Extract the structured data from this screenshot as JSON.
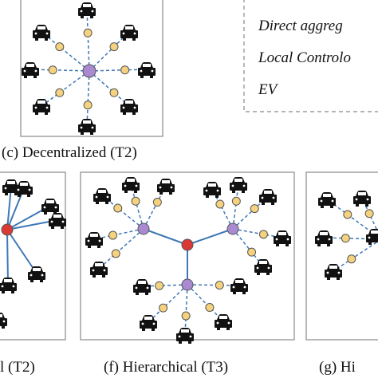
{
  "captions": {
    "c": "(c) Decentralized (T2)",
    "e": "l (T2)",
    "f": "(f) Hierarchical (T3)",
    "g": "(g) Hi"
  },
  "legend": {
    "items": [
      {
        "label": "Direct aggreg"
      },
      {
        "label": "Local Controlo"
      },
      {
        "label": "EV"
      }
    ]
  },
  "colors": {
    "aggregator": "#d93a36",
    "local_controller": "#a98ad1",
    "ev_charger": "#f4d27f",
    "link_dashed": "#3f78b5",
    "link_solid": "#3f78b5",
    "panel_border": "#888888"
  },
  "icons": {
    "car": "car-icon",
    "ev": "ev-charger-node",
    "local": "local-controller-node",
    "direct": "aggregator-node"
  }
}
